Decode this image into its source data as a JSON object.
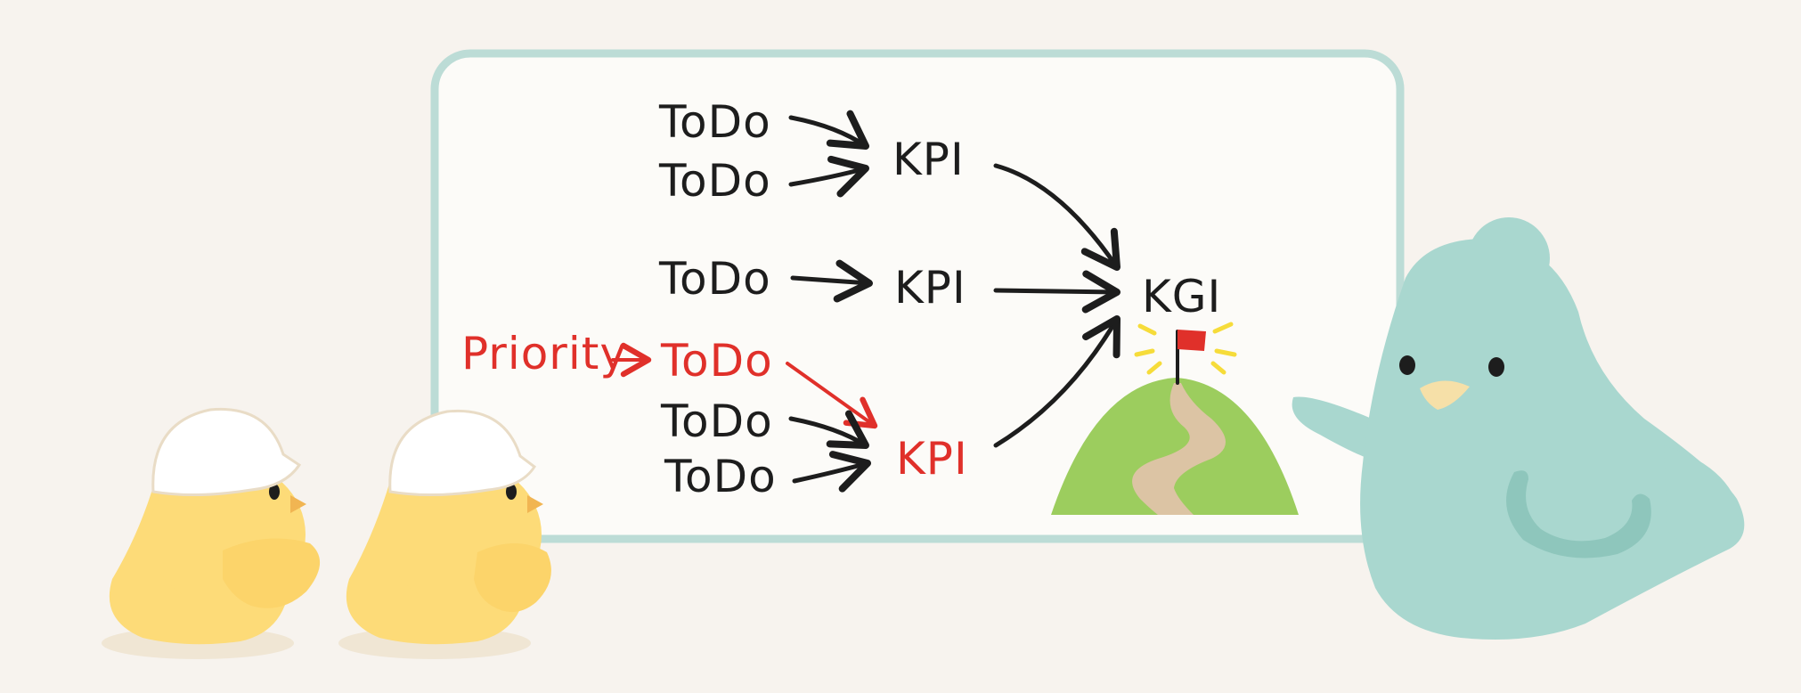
{
  "diagram": {
    "labels": {
      "todo_1": "ToDo",
      "todo_2": "ToDo",
      "todo_3": "ToDo",
      "todo_priority": "ToDo",
      "todo_5": "ToDo",
      "todo_6": "ToDo",
      "kpi_top": "KPI",
      "kpi_middle": "KPI",
      "kpi_bottom": "KPI",
      "kgi": "KGI",
      "priority": "Priority"
    },
    "colors": {
      "background": "#f7f3ee",
      "board_border": "#bcdcd6",
      "board_fill": "#fcfbf8",
      "text": "#1d1d1d",
      "highlight": "#e0302a",
      "chick": "#fddb78",
      "helmet": "#ffffff",
      "teacher_bird": "#a9d7cf",
      "mountain": "#9ccd5e",
      "path": "#dcc4a4",
      "flag": "#e0302a",
      "sparkle": "#f6dc3a"
    },
    "icons": [
      "chick-with-helmet-icon",
      "chick-with-helmet-icon",
      "teacher-bird-icon",
      "mountain-with-flag-icon"
    ]
  }
}
